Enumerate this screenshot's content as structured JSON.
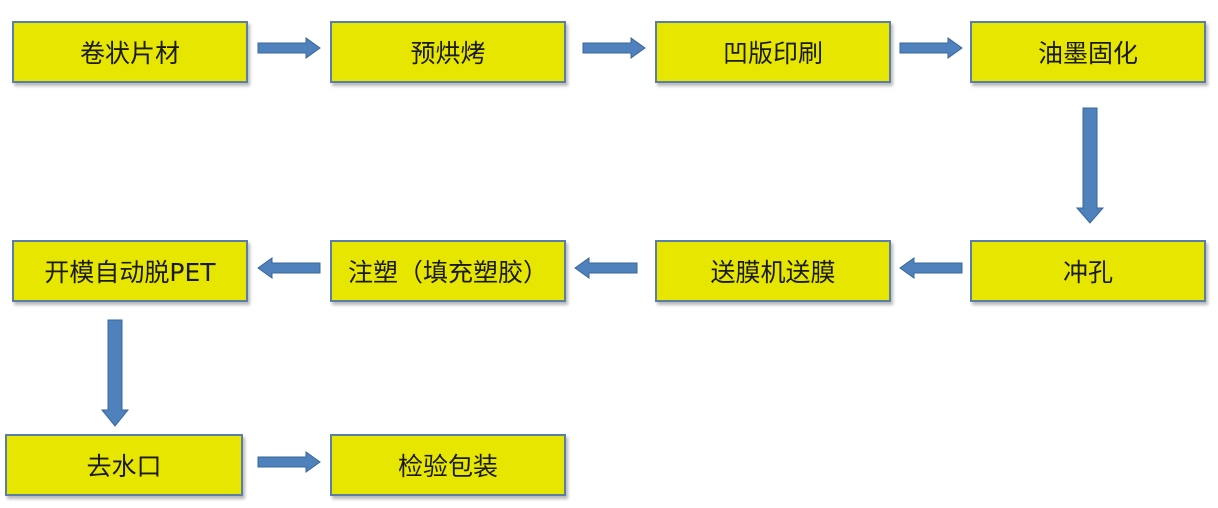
{
  "steps": [
    "卷状片材",
    "预烘烤",
    "凹版印刷",
    "油墨固化",
    "冲孔",
    "送膜机送膜",
    "注塑（填充塑胶）",
    "开模自动脱PET",
    "去水口",
    "检验包装"
  ],
  "colors": {
    "box_fill": "#e6e600",
    "box_border": "#5a7ea6",
    "arrow": "#4f81bd"
  }
}
